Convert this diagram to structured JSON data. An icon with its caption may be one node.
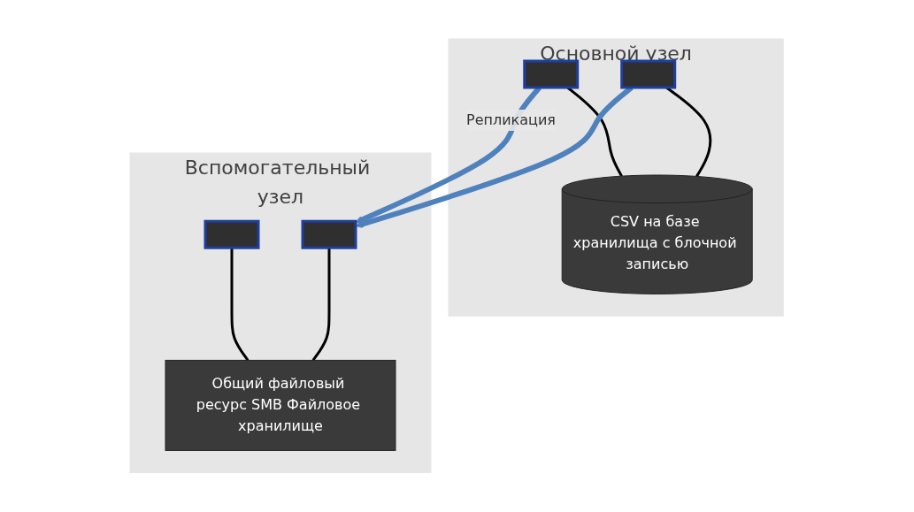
{
  "diagram": {
    "nodes": [
      {
        "text": [
          "Основной узел"
        ]
      },
      {
        "text": [],
        "shape": "box",
        "in": 0
      },
      {
        "text": [],
        "shape": "box",
        "in": 0
      },
      {
        "text": [
          "CSV на базе хранилища с блочной записью"
        ],
        "in": 0
      },
      {
        "text": [
          "Вспомогательный узел"
        ]
      },
      {
        "text": [],
        "shape": "box",
        "in": 4
      },
      {
        "text": [],
        "shape": "box",
        "in": 4
      },
      {
        "text": [
          "Общий файловый ресурс SMB Файловое хранилище"
        ],
        "in": 4
      }
    ],
    "edges": [
      {
        "from": 1,
        "to": 3,
        "arrow": "none"
      },
      {
        "from": 2,
        "to": 3,
        "arrow": "none"
      },
      {
        "from": 5,
        "to": 7,
        "arrow": "none"
      },
      {
        "from": 6,
        "to": 7,
        "arrow": "none"
      },
      {
        "from": 1,
        "to": 6,
        "arrow": "to",
        "label": "Репликация",
        "style": "thick",
        "color": "#4f81bd"
      },
      {
        "from": 2,
        "to": 6,
        "arrow": "to",
        "style": "thick",
        "color": "#4f81bd"
      }
    ]
  }
}
